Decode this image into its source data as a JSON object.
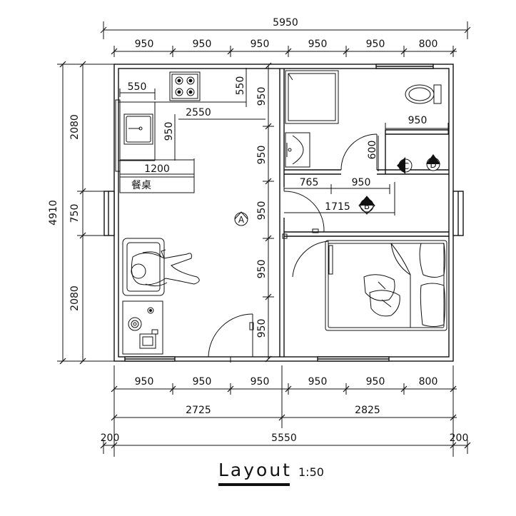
{
  "dimensions": {
    "overall_top": "5950",
    "top_row": [
      "950",
      "950",
      "950",
      "950",
      "950",
      "800"
    ],
    "bottom_row": [
      "950",
      "950",
      "950",
      "950",
      "950",
      "800"
    ],
    "halves": [
      "2725",
      "2825"
    ],
    "wall_left": "200",
    "wall_right": "200",
    "inner_total": "5550",
    "left_total": "4910",
    "left_segments": [
      "2080",
      "750",
      "2080"
    ],
    "center_vertical": [
      "950",
      "950",
      "950",
      "950",
      "950"
    ],
    "kitchen_top_width": "550",
    "kitchen_top_depth": "550",
    "kitchen_top_950": "950",
    "counter_length": "2550",
    "sink_depth": "950",
    "table_width": "1200",
    "bath_width": "950",
    "bath_door_height": "600",
    "corridor_765": "765",
    "corridor_950": "950",
    "corridor_1715": "1715"
  },
  "labels": {
    "dining_table": "餐桌",
    "title": "Layout",
    "scale": "1:50"
  },
  "markers": [
    "A",
    "B",
    "C",
    "D"
  ]
}
